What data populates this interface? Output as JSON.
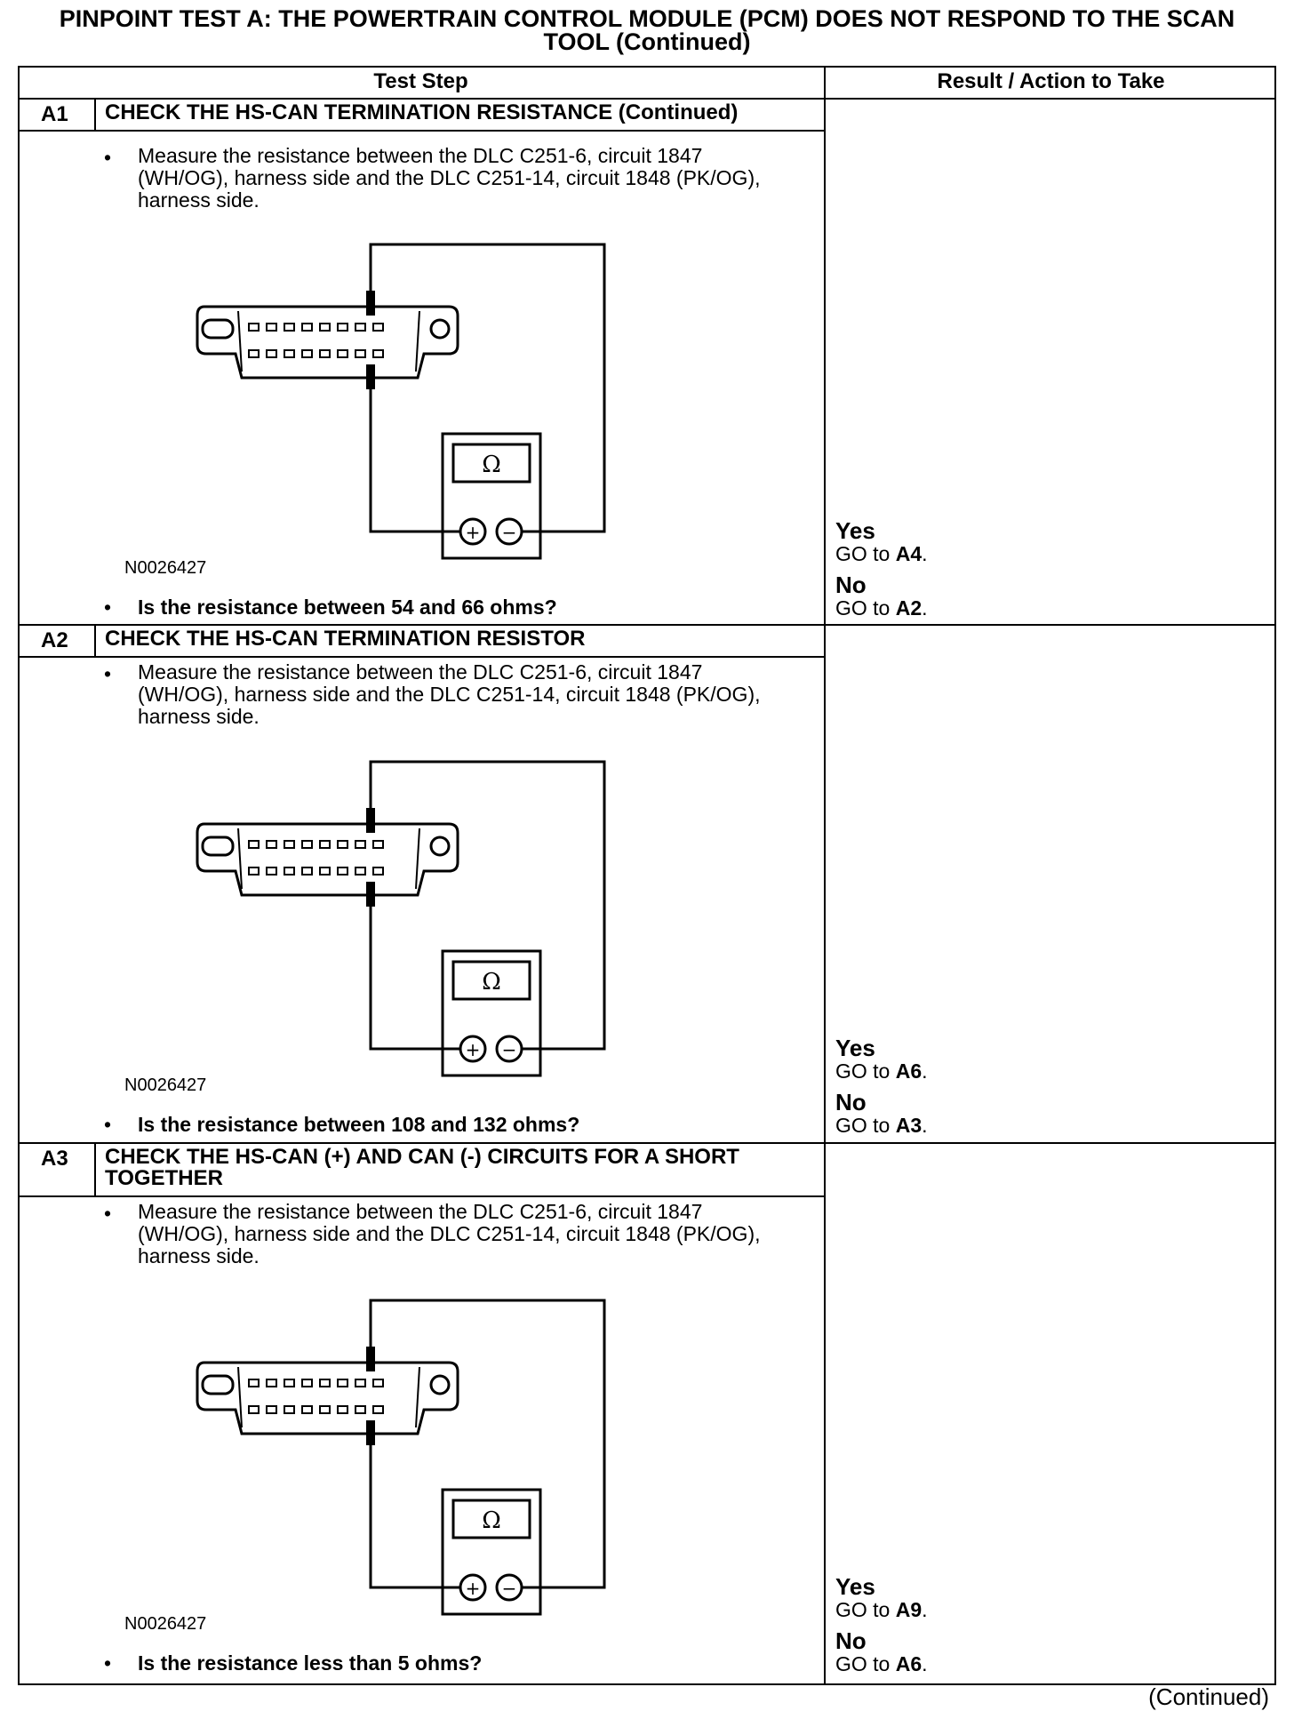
{
  "title": {
    "line1": "PINPOINT TEST  A: THE POWERTRAIN CONTROL MODULE (PCM) DOES NOT RESPOND TO THE SCAN",
    "line2": "TOOL (Continued)"
  },
  "table": {
    "col_test_step": "Test Step",
    "col_result": "Result / Action to Take"
  },
  "steps": [
    {
      "id": "A1",
      "title": "CHECK THE HS-CAN TERMINATION RESISTANCE (Continued)",
      "instruction": "Measure the resistance between the DLC C251-6, circuit 1847 (WH/OG), harness side and the DLC C251-14, circuit 1848 (PK/OG), harness side.",
      "figure_id": "N0026427",
      "question": "Is the resistance between 54 and 66 ohms?",
      "yes_label": "Yes",
      "yes_action": "GO to ",
      "yes_target": "A4",
      "no_label": "No",
      "no_action": "GO to ",
      "no_target": "A2"
    },
    {
      "id": "A2",
      "title": "CHECK THE HS-CAN TERMINATION RESISTOR",
      "instruction": "Measure the resistance between the DLC C251-6, circuit 1847 (WH/OG), harness side and the DLC C251-14, circuit 1848 (PK/OG), harness side.",
      "figure_id": "N0026427",
      "question": "Is the resistance between 108 and 132 ohms?",
      "yes_label": "Yes",
      "yes_action": "GO to ",
      "yes_target": "A6",
      "no_label": "No",
      "no_action": "GO to ",
      "no_target": "A3"
    },
    {
      "id": "A3",
      "title_line1": "CHECK THE HS-CAN (+) AND CAN (-) CIRCUITS FOR A SHORT",
      "title_line2": "TOGETHER",
      "instruction": "Measure the resistance between the DLC C251-6, circuit 1847 (WH/OG), harness side and the DLC C251-14, circuit 1848 (PK/OG), harness side.",
      "figure_id": "N0026427",
      "question": "Is the resistance less than 5 ohms?",
      "yes_label": "Yes",
      "yes_action": "GO to ",
      "yes_target": "A9",
      "no_label": "No",
      "no_action": "GO to ",
      "no_target": "A6"
    }
  ],
  "meter_symbol": "Ω",
  "footer": "(Continued)"
}
